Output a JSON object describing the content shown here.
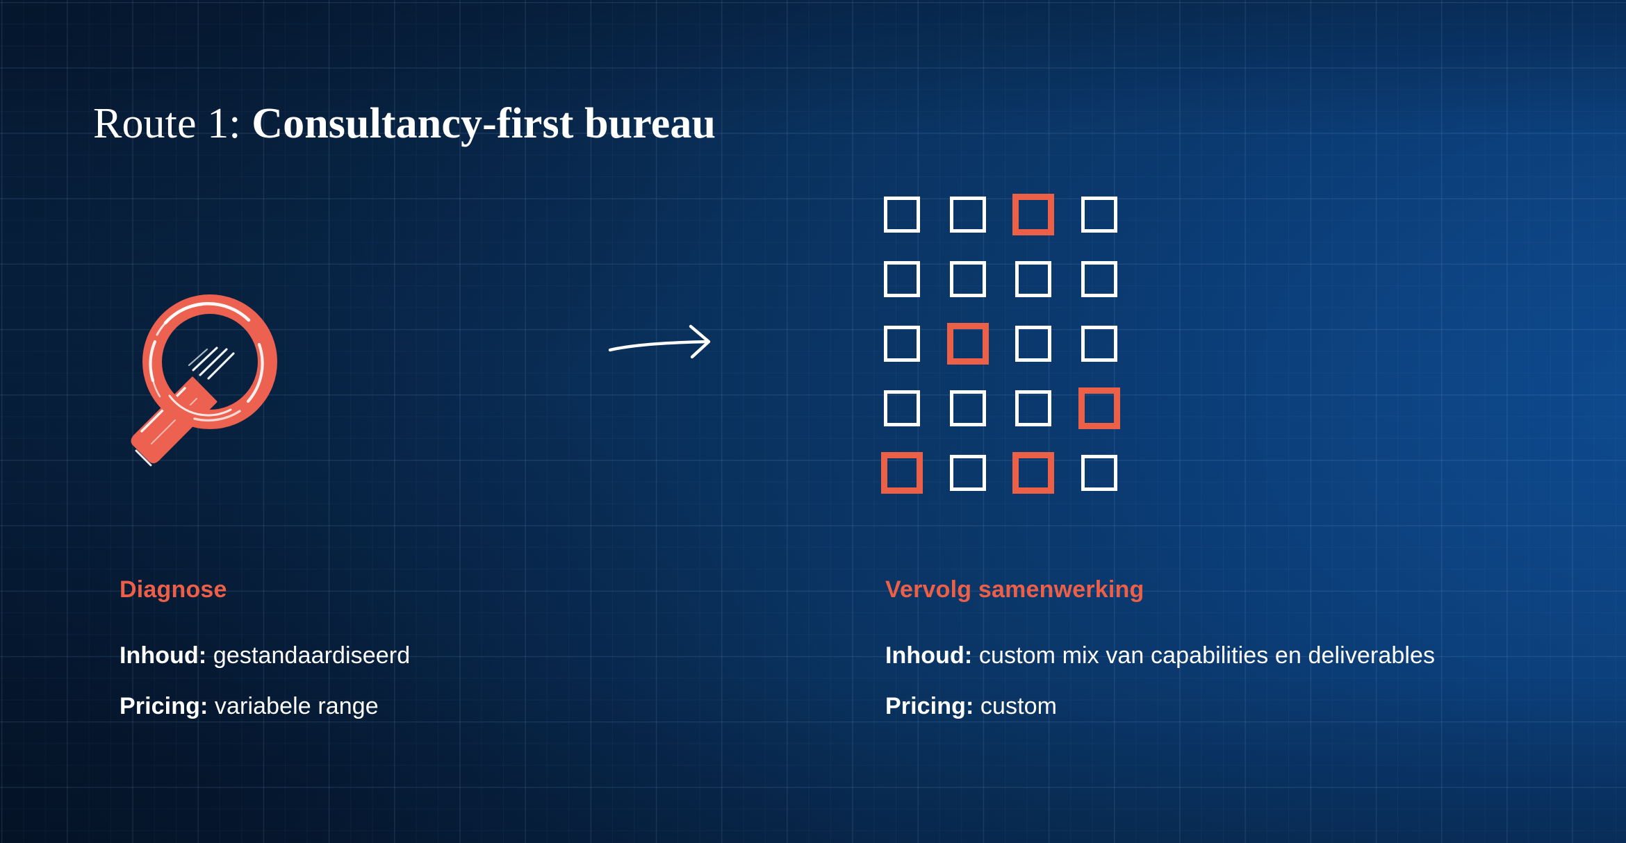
{
  "slide": {
    "title": {
      "prefix": "Route 1:",
      "emphasis": "Consultancy-first bureau"
    },
    "colors": {
      "accent_coral": "#ee5f47",
      "text_white": "#ffffff",
      "bg_navy_dark": "#06203d",
      "bg_blue_bright": "#0d4a8f",
      "grid_line": "rgba(160,200,245,0.085)"
    },
    "icons": {
      "magnifier": "magnifying-glass-icon",
      "arrow": "right-arrow-icon",
      "square_grid": "square-grid-icon"
    }
  },
  "diagram": {
    "magnifier_label": "magnifying glass illustration",
    "arrow_label": "right arrow",
    "grid": {
      "rows": 5,
      "cols": 4,
      "cells": [
        [
          "white",
          "white",
          "coral",
          "white"
        ],
        [
          "white",
          "white",
          "white",
          "white"
        ],
        [
          "white",
          "coral",
          "white",
          "white"
        ],
        [
          "white",
          "white",
          "white",
          "coral"
        ],
        [
          "coral",
          "white",
          "coral",
          "white"
        ]
      ]
    }
  },
  "columns": [
    {
      "heading": "Diagnose",
      "rows": [
        {
          "key": "Inhoud",
          "sep": ":",
          "value": "gestandaardiseerd"
        },
        {
          "key": "Pricing:",
          "sep": "",
          "value": "variabele range"
        }
      ]
    },
    {
      "heading": "Vervolg samenwerking",
      "rows": [
        {
          "key": "Inhoud:",
          "sep": "",
          "value": "custom mix van capabilities en deliverables"
        },
        {
          "key": "Pricing:",
          "sep": "",
          "value": "custom"
        }
      ]
    }
  ]
}
